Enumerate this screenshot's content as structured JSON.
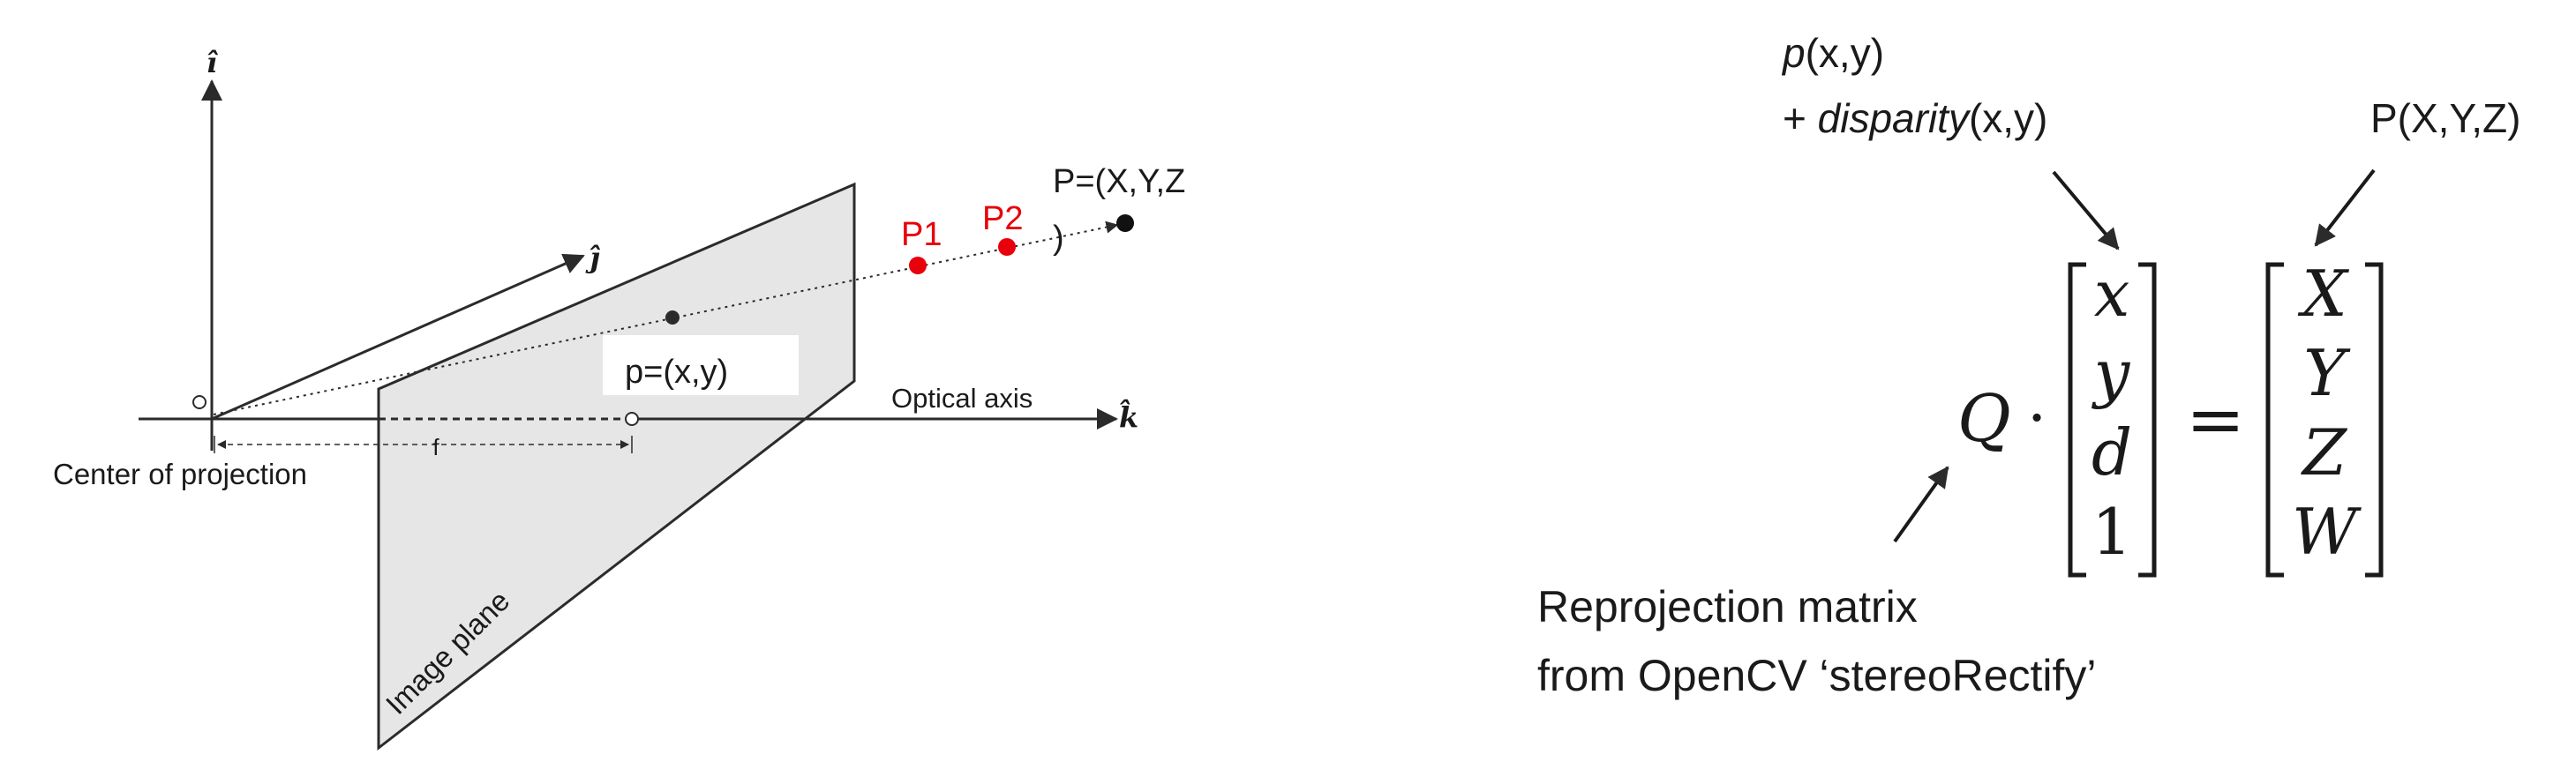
{
  "colors": {
    "line": "#2b2b2b",
    "plane_fill": "#e6e6e6",
    "highlight": "#e8000b",
    "text": "#1a1a1a",
    "label_box": "#ffffff"
  },
  "icons": {
    "axis_arrowhead": "triangle-arrowhead",
    "point_marker": "filled-circle",
    "hollow_marker": "open-circle"
  },
  "left_figure": {
    "axes": {
      "i_label": "î",
      "j_label": "ĵ",
      "k_label": "k̂"
    },
    "labels": {
      "center_of_projection": "Center of projection",
      "focal_length": "f",
      "optical_axis": "Optical axis",
      "image_plane": "Image plane",
      "point_world": "P=(X,Y,Z",
      "point_world_close": ")",
      "point_image": "p=(x,y)",
      "p1": "P1",
      "p2": "P2"
    }
  },
  "right_figure": {
    "pixel_label": {
      "p_symbol": "p",
      "p_args": "(x,y)",
      "plus": "+ ",
      "disparity_word": "disparity",
      "disparity_args": "(x,y)"
    },
    "world_label": "P(X,Y,Z)",
    "equation": {
      "matrix_symbol": "Q",
      "dot_operator": "·",
      "equals": "=",
      "input_vector": [
        "x",
        "y",
        "d",
        "1"
      ],
      "output_vector": [
        "X",
        "Y",
        "Z",
        "W"
      ]
    },
    "caption_line1": "Reprojection matrix",
    "caption_line2": "from OpenCV ‘stereoRectify’"
  }
}
